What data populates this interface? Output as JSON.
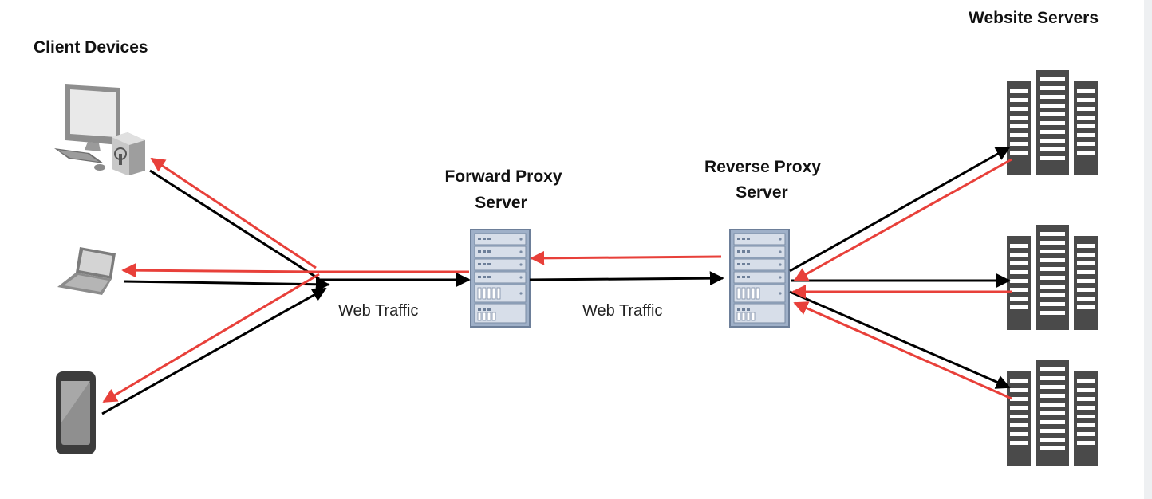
{
  "labels": {
    "client_devices": "Client Devices",
    "website_servers": "Website Servers",
    "forward_proxy_line1": "Forward Proxy",
    "forward_proxy_line2": "Server",
    "reverse_proxy_line1": "Reverse Proxy",
    "reverse_proxy_line2": "Server",
    "web_traffic_1": "Web Traffic",
    "web_traffic_2": "Web Traffic"
  },
  "icons": {
    "desktop": "desktop-computer-icon",
    "laptop": "laptop-icon",
    "tablet": "tablet-icon",
    "forward_proxy": "server-rack-icon",
    "reverse_proxy": "server-rack-icon",
    "website_server": "datacenter-server-icon"
  },
  "colors": {
    "request_arrow": "#000000",
    "response_arrow": "#e8403a",
    "server_rack_fill": "#b9c4d6",
    "website_server_fill": "#4a4a4a"
  }
}
